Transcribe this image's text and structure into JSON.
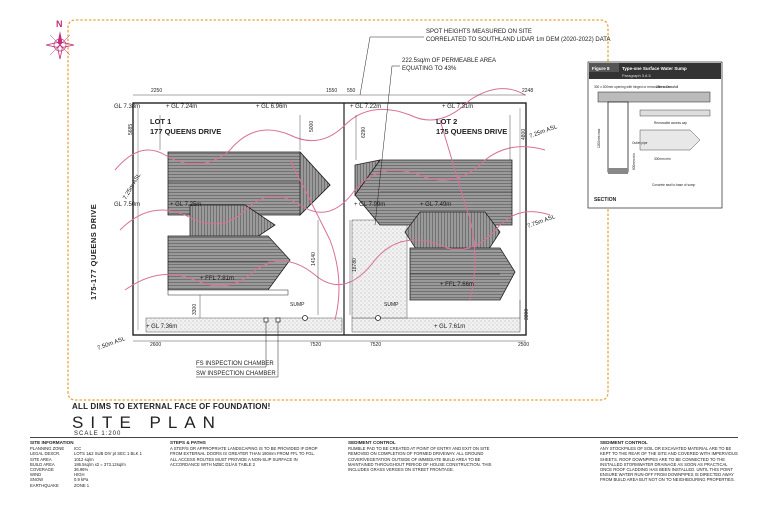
{
  "north_label": "N",
  "street_label": "175-177 QUEENS DRIVE",
  "lot1": {
    "label": "LOT 1",
    "address": "177 QUEENS DRIVE"
  },
  "lot2": {
    "label": "LOT 2",
    "address": "175 QUEENS DRIVE"
  },
  "callouts": {
    "spot_heights_1": "SPOT HEIGHTS MEASURED ON SITE",
    "spot_heights_2": "CORRELATED TO SOUTHLAND LIDAR 1m DEM (2020-2022) DATA",
    "permeable_1": "222.5sq/m OF PERMEABLE AREA",
    "permeable_2": "EQUATING TO 43%",
    "fs_chamber": "FS INSPECTION CHAMBER",
    "sw_chamber": "SW INSPECTION CHAMBER",
    "sump_1": "SUMP",
    "sump_2": "SUMP"
  },
  "levels": {
    "gl_738": "GL 7.38m",
    "gl_724": "+ GL 7.24m",
    "gl_696": "+ GL 6.96m",
    "gl_722": "+ GL 7.22m",
    "gl_731": "+ GL 7.31m",
    "gl_750": "GL 7.50m",
    "gl_725": "+ GL 7.25m",
    "gl_799": "+ GL 7.99m",
    "gl_749": "+ GL 7.49m",
    "gl_736": "+ GL 7.36m",
    "gl_761": "+ GL 7.61m",
    "ffl_781": "+ FFL 7.81m",
    "ffl_766": "+ FFL 7.66m",
    "asl_725a": "7.25m ASL",
    "asl_725b": "7.25m ASL",
    "asl_775": "7.75m ASL",
    "asl_750": "7.50m ASL"
  },
  "dims": {
    "d2250": "2250",
    "d1550": "1550",
    "d550": "550",
    "d2248": "2248",
    "d5685": "5685",
    "d5000": "5000",
    "d6290": "6290",
    "d4800": "4800",
    "d14140": "14140",
    "d18780": "18780",
    "d3300a": "3300",
    "d3300b": "3300",
    "d2600": "2600",
    "d7520a": "7520",
    "d7520b": "7520",
    "d2500": "2500"
  },
  "figure": {
    "tag": "Figure 8",
    "title": "Type-one Surface Water Sump",
    "subtitle": "Paragraph 3.6.5",
    "label_grating": "300 x 300mm opening with hinged or removable cover",
    "label_crossfall": "25mm Crossfall",
    "label_removable": "Removable access cap",
    "label_outlet": "Outlet pipe",
    "label_depth": "300mm min",
    "label_concrete": "Concrete seal to base of sump",
    "label_1200": "1200mm max",
    "label_600": "600mm min",
    "section": "SECTION"
  },
  "titles": {
    "dims_note": "ALL DIMS TO EXTERNAL FACE OF FOUNDATION!",
    "plan": "SITE PLAN",
    "scale": "SCALE 1:200"
  },
  "site_info": {
    "heading": "SITE INFORMATION",
    "rows": [
      {
        "k": "PLANNING ZONE",
        "v": "ICC"
      },
      {
        "k": "LEGAL DESCR.",
        "v": "LOTS 1&2 SUB DIV pt SEC 1 BLK 1"
      },
      {
        "k": "SITE AREA",
        "v": "1012 sq/m"
      },
      {
        "k": "BUILD AREA",
        "v": "186.5sq/m x2 = 373.12sq/m"
      },
      {
        "k": "COVERAGE",
        "v": "36.96%"
      },
      {
        "k": "WIND",
        "v": "HIGH"
      },
      {
        "k": "SNOW",
        "v": "0.9 kPa"
      },
      {
        "k": "EARTHQUAKE",
        "v": "ZONE 1"
      }
    ]
  },
  "steps": {
    "heading": "STEPS & PATHS",
    "text": "A STEP/S OR APPROPRIATE LANDSCAPING IS TO BE PROVIDED IF DROP FROM EXTERNAL DOORS IS GREATER THAN 190mm FROM FFL TO FGL. ALL ACCESS ROUTES MUST PROVIDE A NON-SLIP SURFACE IN ACCORDANCE WITH NZBC D1/AS TABLE 2"
  },
  "sediment1": {
    "heading": "SEDIMENT CONTROL",
    "text": "RUMBLE PAD TO BE CREATED AT POINT OF ENTRY AND EXIT ON SITE REMOVED ON COMPLETION OF FORMED DRIVEWAY. ALL GROUND COVER/VEGETATION OUTSIDE OF IMMEDIATE BUILD AREA TO BE MAINTAINED THROUGHOUT PERIOD OF HOUSE CONSTRUCTION. THIS INCLUDES GRASS VERGES ON STREET FRONTAGE."
  },
  "sediment2": {
    "heading": "SEDIMENT CONTROL",
    "text": "ANY STOCKPILES OF SOIL OR EXCAVATED MATERIAL ARE TO BE KEPT TO THE REAR OF THE SITE AND COVERED WITH IMPERVIOUS SHEETS. ROOF DOWNPIPES ARE TO BE CONNECTED TO THE INSTALLED STORMWATER DRAINAGE AS SOON AS PRACTICAL ONCE ROOF CLADDING HAS BEEN INSTALLED. UNTIL THIS POINT ENSURE WATER RUN-OFF FROM DOWNPIPES IS DIRECTED AWAY FROM BUILD AREA BUT NOT ON TO NEIGHBOURING PROPERTIES."
  },
  "colors": {
    "boundary": "#e8a63a",
    "contour": "#d9709a",
    "roof": "#7a7a7a",
    "compass": "#c0307a"
  }
}
